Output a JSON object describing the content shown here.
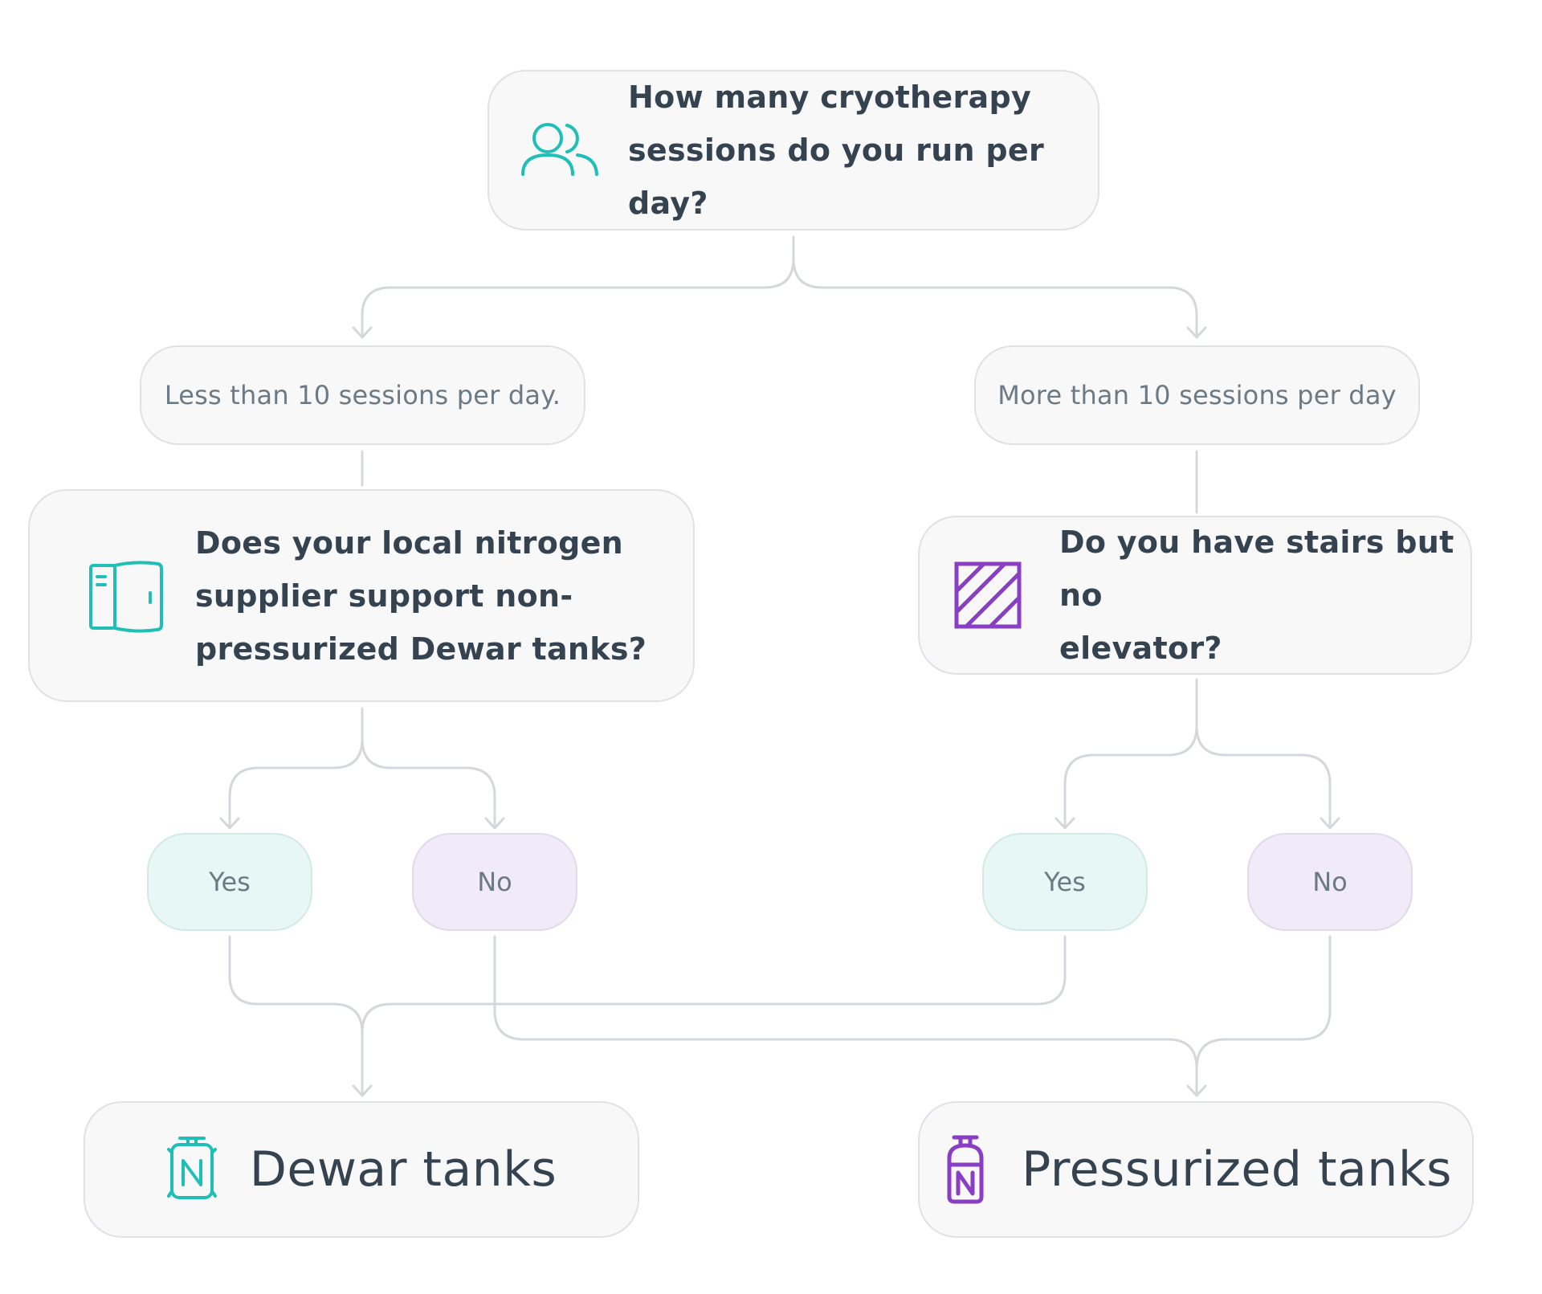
{
  "colors": {
    "teal": "#1fbfb8",
    "purple": "#8a3ec4",
    "connector": "#d4d8dc",
    "box_background": "#f8f8f9",
    "box_border": "#dfe2e5",
    "yes_background": "#e6f7f6",
    "no_background": "#f1eaf8",
    "text_dark": "#34434f",
    "text_muted": "#6c7a85"
  },
  "root": {
    "icon": "people-icon",
    "question_line1": "How many cryotherapy",
    "question_line2": "sessions do you run per day?"
  },
  "conditions": {
    "left": "Less than 10 sessions per day.",
    "right": "More than 10 sessions per day"
  },
  "left_question": {
    "icon": "dewar-door-icon",
    "line1": "Does your local nitrogen",
    "line2": "supplier support non-",
    "line3": "pressurized Dewar tanks?"
  },
  "right_question": {
    "icon": "stairs-hatch-icon",
    "line1": "Do you have stairs but no",
    "line2": "elevator?"
  },
  "answers": {
    "left_yes": "Yes",
    "left_no": "No",
    "right_yes": "Yes",
    "right_no": "No"
  },
  "results": {
    "dewar": {
      "icon": "dewar-tank-icon",
      "label": "Dewar tanks"
    },
    "pressurized": {
      "icon": "pressurized-tank-icon",
      "label": "Pressurized tanks"
    }
  }
}
